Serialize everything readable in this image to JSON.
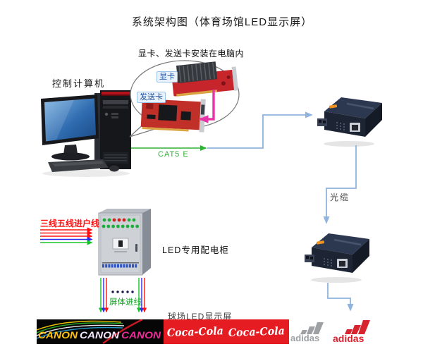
{
  "diagram": {
    "title": "系统架构图（体育场馆LED显示屏）",
    "callout_note": "显卡、发送卡安装在电脑内",
    "labels": {
      "computer": "控制计算机",
      "gpu_card": "显卡",
      "sender_card": "发送卡",
      "cat5": "CAT5 E",
      "fiber": "光缆",
      "cabinet": "LED专用配电柜",
      "mains_in": "三线五线进户线",
      "screen_feed": "屏体进线",
      "screen": "球场LED显示屏"
    },
    "banner": {
      "canon": [
        "CANON",
        "CANON",
        "CANON"
      ],
      "cocacola": [
        "Coca-Cola",
        "Coca-Cola"
      ],
      "adidas": [
        "adidas",
        "adidas"
      ]
    },
    "colors": {
      "accent-green": "#2eb135",
      "connector-blue": "#8fb4dd",
      "magenta": "#e832a8",
      "wire-red": "#ff1111",
      "wire-blue": "#2a2af0",
      "wire-green": "#17c527",
      "canon-yellow": "#ffc20e",
      "canon-white": "#f6e9ff",
      "canon-pink": "#ef2c9a",
      "coca-red": "#e61c23",
      "adidas-gray": "#9ea1a4",
      "adidas-red": "#d8242f"
    }
  }
}
